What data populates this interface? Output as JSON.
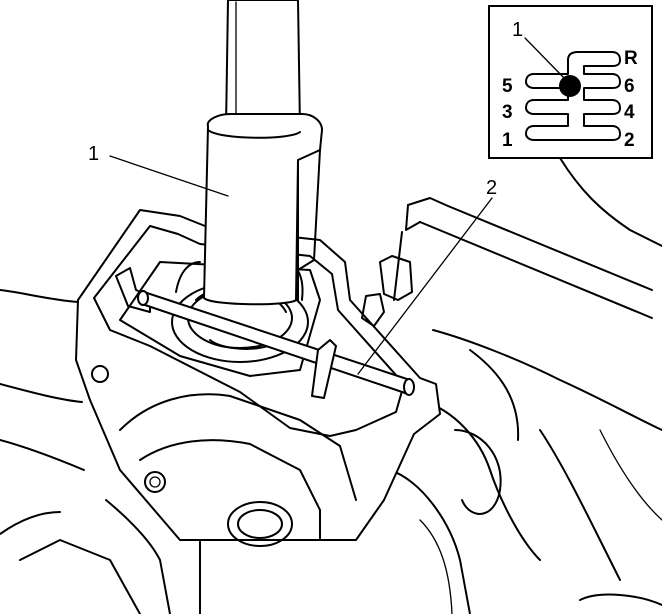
{
  "callouts": {
    "main_1": "1",
    "main_2": "2",
    "inset_1": "1"
  },
  "shift_pattern": {
    "gears": {
      "reverse": "R",
      "fifth": "5",
      "sixth": "6",
      "third": "3",
      "fourth": "4",
      "first": "1",
      "second": "2"
    },
    "selected_position": "neutral 5-6 plane"
  }
}
